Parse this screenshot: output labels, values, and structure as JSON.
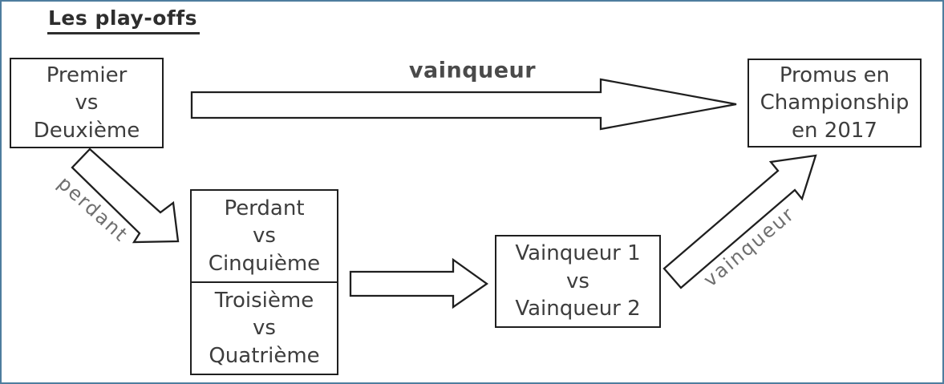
{
  "title": "Les play-offs",
  "boxes": {
    "round1": {
      "text": "Premier\nvs\nDeuxième"
    },
    "semi_top": {
      "text": "Perdant\nvs\nCinquième"
    },
    "semi_bottom": {
      "text": "Troisième\nvs\nQuatrième"
    },
    "final": {
      "text": "Vainqueur 1\nvs\nVainqueur 2"
    },
    "promotion": {
      "text": "Promus en\nChampionship\nen 2017"
    }
  },
  "labels": {
    "winner_top": "vainqueur",
    "loser": "perdant",
    "winner_diagonal": "vainqueur"
  },
  "colors": {
    "frame_border": "#4e7d9e",
    "box_border": "#1f1f1f",
    "box_text": "#3d3d3d",
    "edge_label": "#6f6f6f"
  }
}
